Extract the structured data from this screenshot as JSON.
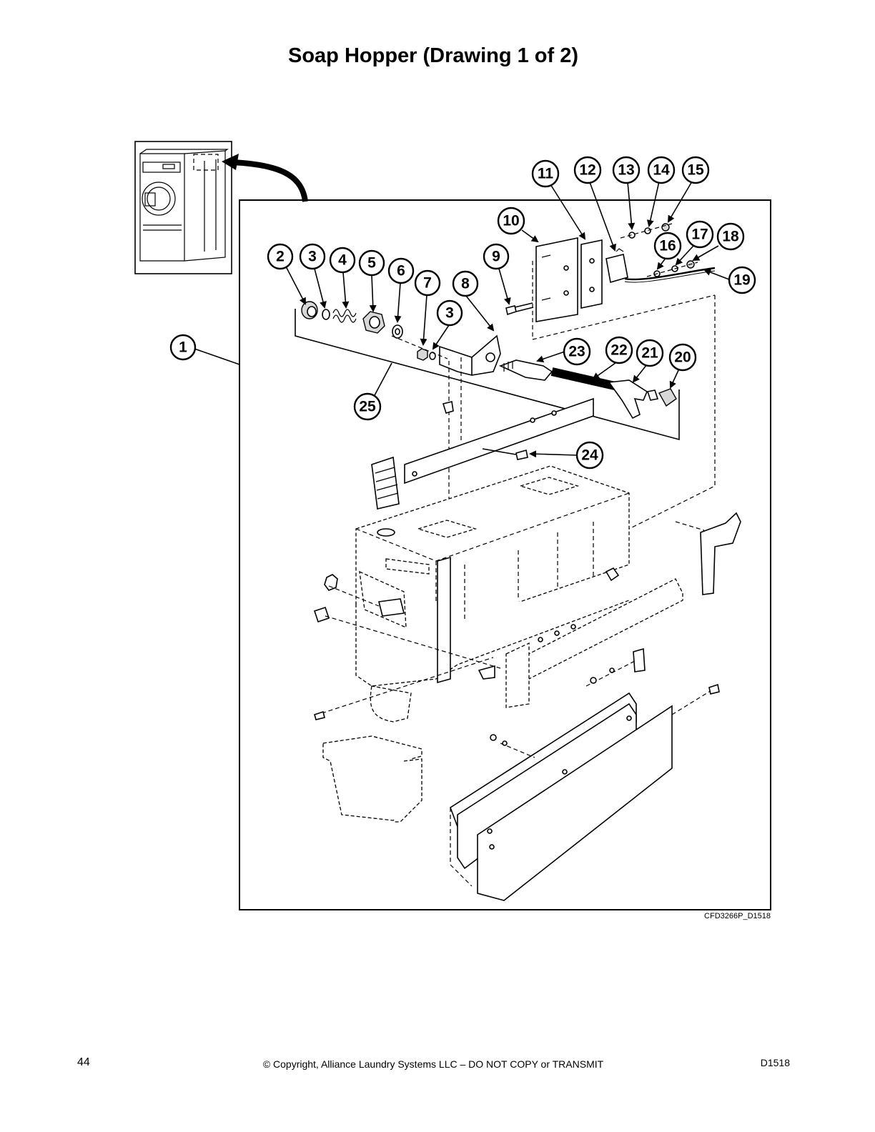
{
  "title": "Soap Hopper (Drawing 1 of 2)",
  "drawing_id": "CFD3266P_D1518",
  "callouts": [
    "1",
    "2",
    "3",
    "4",
    "5",
    "6",
    "7",
    "8",
    "3",
    "9",
    "10",
    "11",
    "12",
    "13",
    "14",
    "15",
    "16",
    "17",
    "18",
    "19",
    "20",
    "21",
    "22",
    "23",
    "24",
    "25"
  ],
  "footer": {
    "page_number": "44",
    "copyright": "© Copyright, Alliance Laundry Systems LLC – DO NOT COPY or TRANSMIT",
    "doc_code": "D1518"
  }
}
